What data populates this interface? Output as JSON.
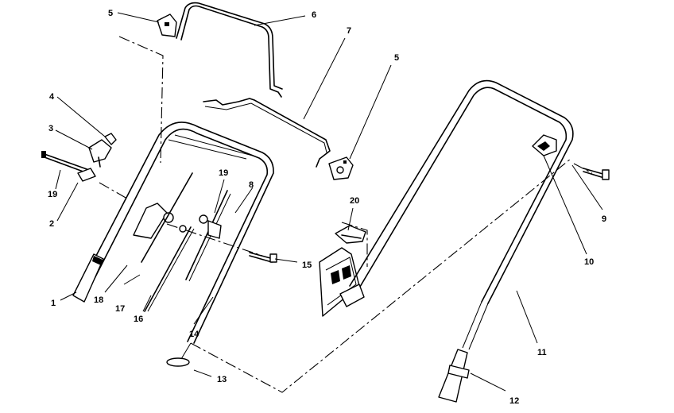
{
  "callouts": [
    {
      "id": "c1",
      "text": "1"
    },
    {
      "id": "c2",
      "text": "2"
    },
    {
      "id": "c3",
      "text": "3"
    },
    {
      "id": "c4",
      "text": "4"
    },
    {
      "id": "c5a",
      "text": "5"
    },
    {
      "id": "c5b",
      "text": "5"
    },
    {
      "id": "c6",
      "text": "6"
    },
    {
      "id": "c7",
      "text": "7"
    },
    {
      "id": "c8",
      "text": "8"
    },
    {
      "id": "c9",
      "text": "9"
    },
    {
      "id": "c10",
      "text": "10"
    },
    {
      "id": "c11",
      "text": "11"
    },
    {
      "id": "c12",
      "text": "12"
    },
    {
      "id": "c13",
      "text": "13"
    },
    {
      "id": "c14",
      "text": "14"
    },
    {
      "id": "c15",
      "text": "15"
    },
    {
      "id": "c16",
      "text": "16"
    },
    {
      "id": "c17",
      "text": "17"
    },
    {
      "id": "c18",
      "text": "18"
    },
    {
      "id": "c19a",
      "text": "19"
    },
    {
      "id": "c19b",
      "text": "19"
    },
    {
      "id": "c20",
      "text": "20"
    }
  ]
}
